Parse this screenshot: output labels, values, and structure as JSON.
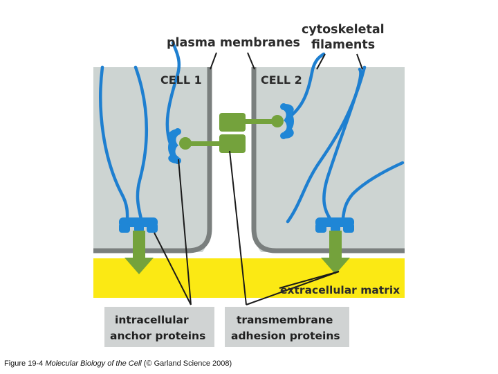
{
  "labels": {
    "plasma_membranes": "plasma membranes",
    "cytoskeletal_filaments_line1": "cytoskeletal",
    "cytoskeletal_filaments_line2": "filaments",
    "cell1": "CELL 1",
    "cell2": "CELL 2",
    "extracellular_matrix": "extracellular matrix",
    "anchor_line1": "intracellular",
    "anchor_line2": "anchor proteins",
    "adhesion_line1": "transmembrane",
    "adhesion_line2": "adhesion proteins"
  },
  "caption": {
    "figure": "Figure 19-4",
    "book": "Molecular Biology of the Cell",
    "credit": "(© Garland Science 2008)"
  },
  "colors": {
    "cell_fill": "#cdd4d2",
    "membrane": "#7a7f7e",
    "matrix": "#fbe914",
    "filament": "#1e7fd0",
    "anchor": "#1f86d6",
    "adhesion": "#74a23c",
    "label_box": "#d0d3d3"
  }
}
